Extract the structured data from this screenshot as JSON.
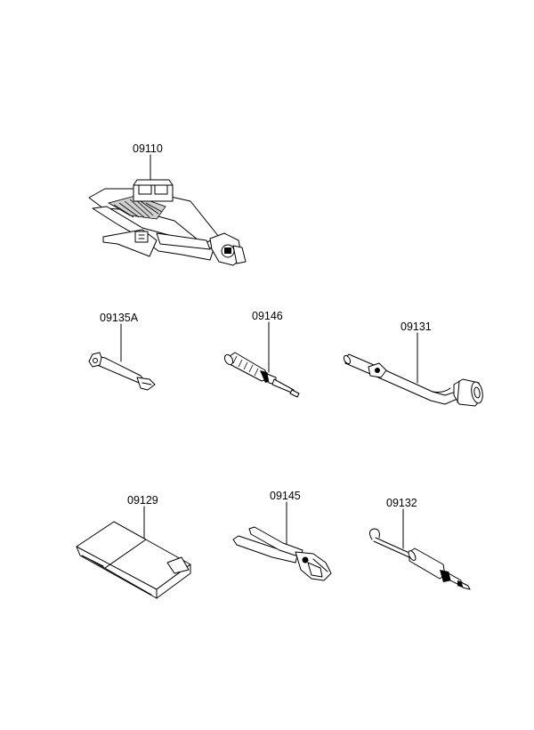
{
  "parts": [
    {
      "id": "jack",
      "number": "09110"
    },
    {
      "id": "wrench",
      "number": "09135A"
    },
    {
      "id": "screwdriver",
      "number": "09146"
    },
    {
      "id": "plug-wrench",
      "number": "09131"
    },
    {
      "id": "tool-bag",
      "number": "09129"
    },
    {
      "id": "pliers",
      "number": "09145"
    },
    {
      "id": "hook-tool",
      "number": "09132"
    }
  ]
}
